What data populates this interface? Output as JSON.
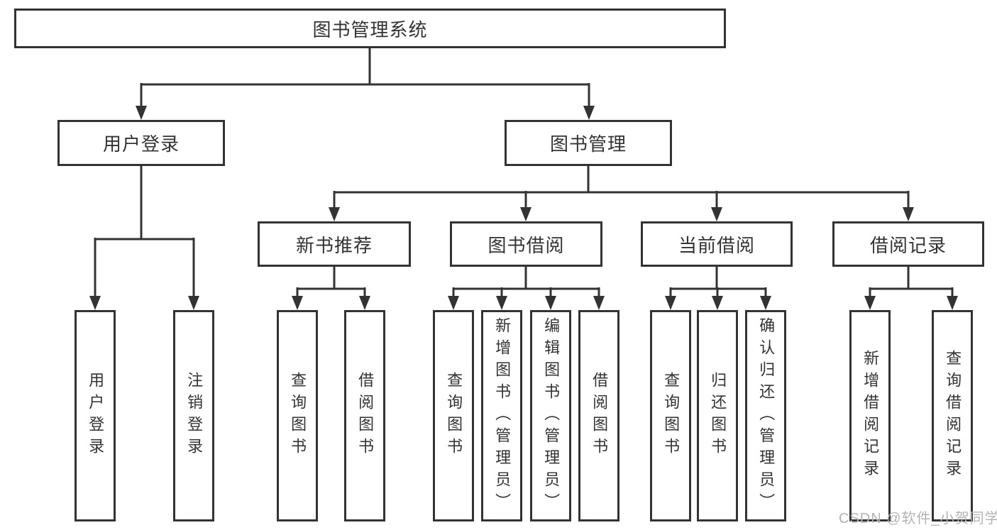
{
  "diagram": {
    "type": "hierarchy-tree",
    "root": {
      "label": "图书管理系统",
      "children": [
        {
          "label": "用户登录",
          "children": [
            {
              "label": "用户登录"
            },
            {
              "label": "注销登录"
            }
          ]
        },
        {
          "label": "图书管理",
          "children": [
            {
              "label": "新书推荐",
              "children": [
                {
                  "label": "查询图书"
                },
                {
                  "label": "借阅图书"
                }
              ]
            },
            {
              "label": "图书借阅",
              "children": [
                {
                  "label": "查询图书"
                },
                {
                  "label": "新增图书（管理员）"
                },
                {
                  "label": "编辑图书（管理员）"
                },
                {
                  "label": "借阅图书"
                }
              ]
            },
            {
              "label": "当前借阅",
              "children": [
                {
                  "label": "查询图书"
                },
                {
                  "label": "归还图书"
                },
                {
                  "label": "确认归还（管理员）"
                }
              ]
            },
            {
              "label": "借阅记录",
              "children": [
                {
                  "label": "新增借阅记录"
                },
                {
                  "label": "查询借阅记录"
                }
              ]
            }
          ]
        }
      ]
    },
    "watermark": {
      "text": "CSDN @软件_小贺同学",
      "color": "#b3b3b3"
    },
    "colors": {
      "line": "#333333",
      "box_border": "#333333",
      "text": "#333333",
      "background": "#ffffff"
    }
  }
}
